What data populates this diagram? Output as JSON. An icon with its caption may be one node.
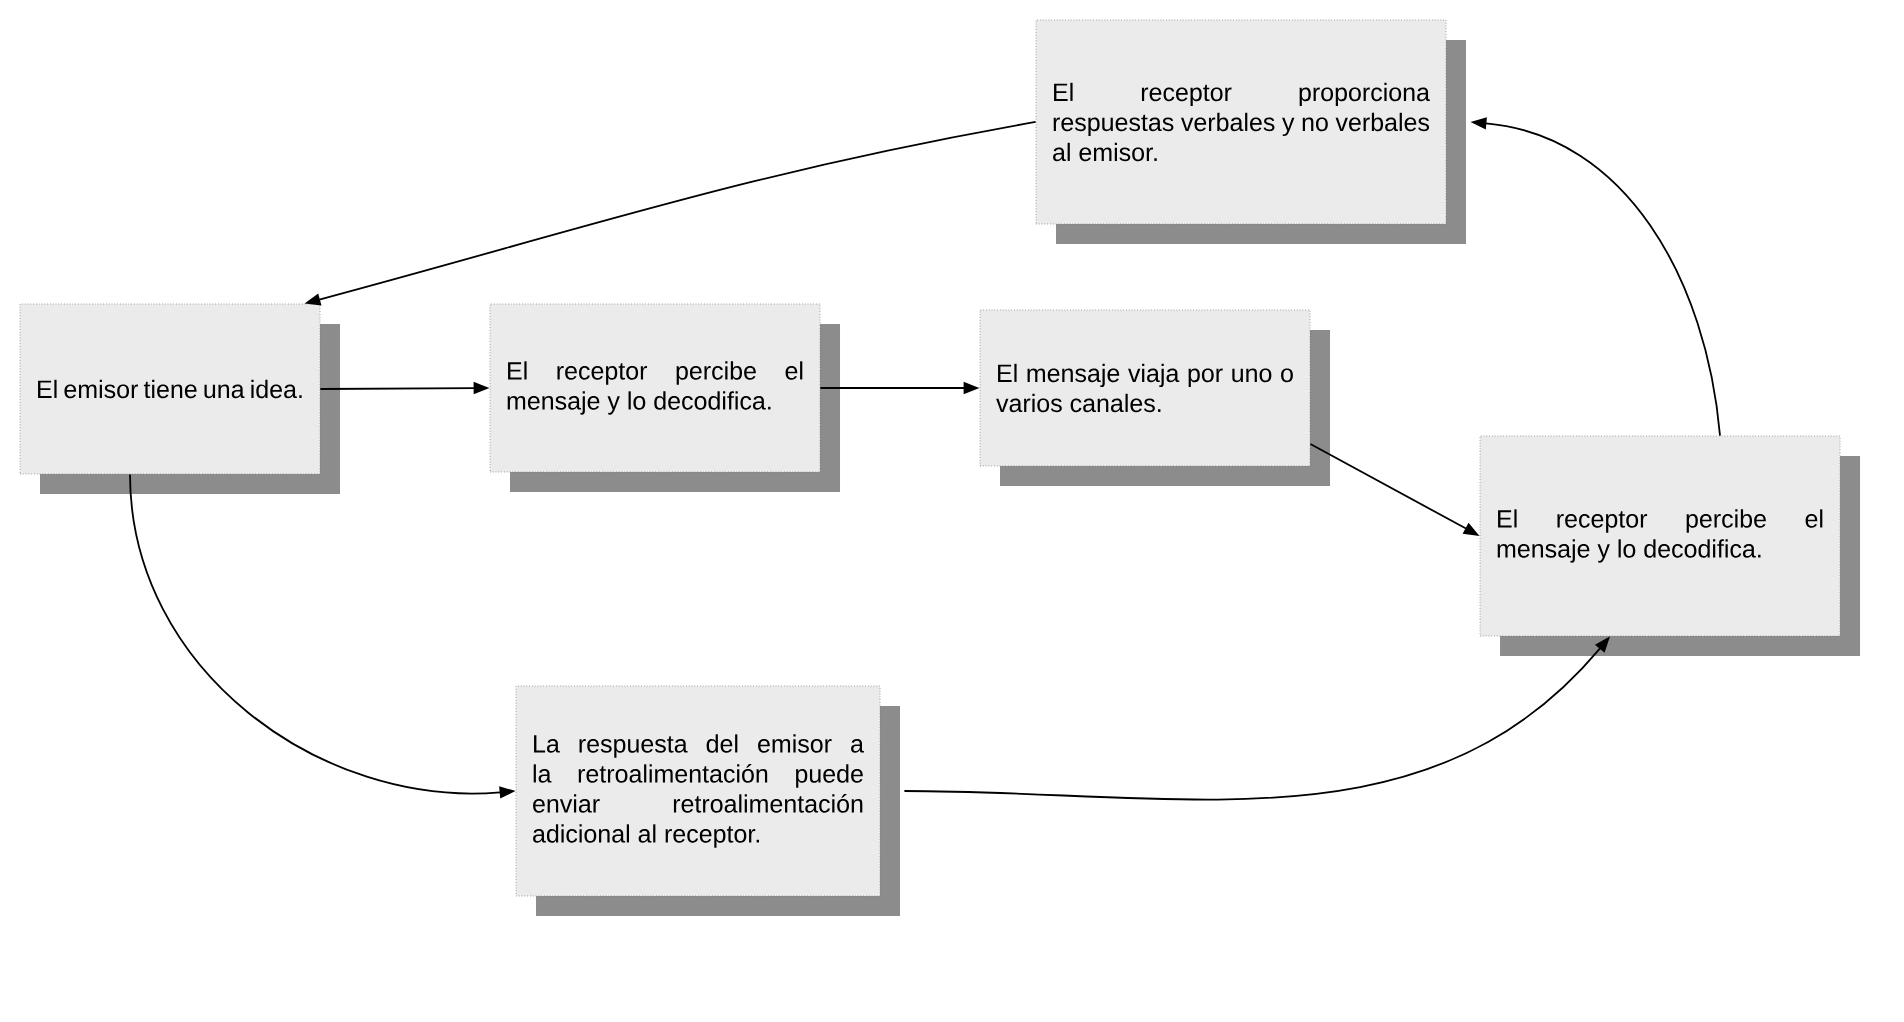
{
  "diagram": {
    "nodes": [
      {
        "text": [
          "El emisor tiene una idea."
        ]
      },
      {
        "text": [
          "El receptor percibe el mensaje y lo decodifica."
        ]
      },
      {
        "text": [
          "El mensaje viaja por uno o varios canales."
        ]
      },
      {
        "text": [
          "El receptor percibe el mensaje y lo decodifica."
        ]
      },
      {
        "text": [
          "El receptor proporciona respuestas verbales y no verbales al emisor."
        ]
      },
      {
        "text": [
          "La respuesta del emisor a la retroalimentación puede enviar retroalimentación adicional al receptor."
        ]
      }
    ],
    "edges": [
      {
        "from": 0,
        "to": 1,
        "arrow": "to"
      },
      {
        "from": 1,
        "to": 2,
        "arrow": "to"
      },
      {
        "from": 2,
        "to": 3,
        "arrow": "to"
      },
      {
        "from": 3,
        "to": 4,
        "arrow": "to"
      },
      {
        "from": 4,
        "to": 0,
        "arrow": "to"
      },
      {
        "from": 0,
        "to": 5,
        "arrow": "to"
      },
      {
        "from": 5,
        "to": 3,
        "arrow": "to"
      }
    ]
  }
}
